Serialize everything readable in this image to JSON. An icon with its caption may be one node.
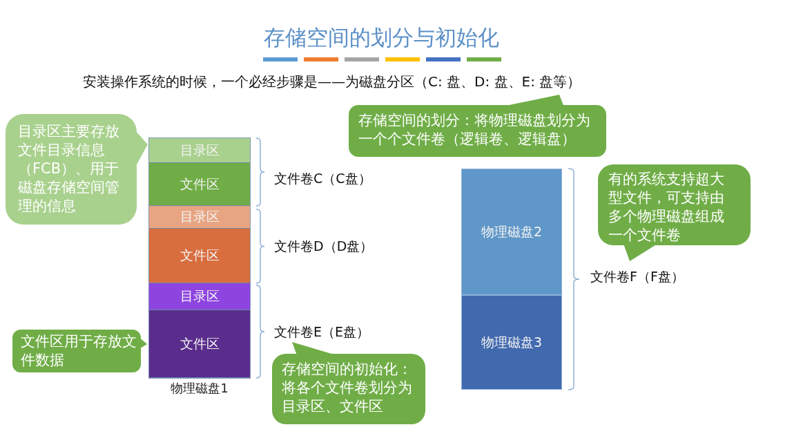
{
  "diagram": {
    "title": "存储空间的划分与初始化",
    "nodes": [
      {
        "text": [
          "目录区主要存放文件目录信息（FCB）、用于磁盘存储空间管理的信息"
        ]
      },
      {
        "text": [
          "物理磁盘1"
        ]
      },
      {
        "text": [
          "目录区"
        ],
        "in": 1
      },
      {
        "text": [
          "文件区"
        ],
        "in": 1
      },
      {
        "text": [
          "目录区"
        ],
        "in": 1
      },
      {
        "text": [
          "文件区"
        ],
        "in": 1
      },
      {
        "text": [
          "目录区"
        ],
        "in": 1
      },
      {
        "text": [
          "文件区"
        ],
        "in": 1
      },
      {
        "text": [
          "文件区用于存放文件数据"
        ]
      },
      {
        "text": [
          "存储空间的划分：将物理磁盘划分为一个个文件卷（逻辑卷、逻辑盘）"
        ]
      },
      {
        "text": [
          "存储空间的初始化：将各个文件卷划分为目录区、文件区"
        ]
      },
      {
        "text": [
          "物理磁盘2"
        ]
      },
      {
        "text": [
          "物理磁盘3"
        ]
      },
      {
        "text": [
          "有的系统支持超大型文件，可支持由多个物理磁盘组成一个文件卷"
        ]
      }
    ],
    "labels": [
      "安装操作系统的时候，一个必经步骤是——为磁盘分区（C: 盘、D: 盘、E: 盘等）",
      "文件卷C（C盘）",
      "文件卷D（D盘）",
      "文件卷E（E盘）",
      "文件卷F（F盘）"
    ]
  }
}
